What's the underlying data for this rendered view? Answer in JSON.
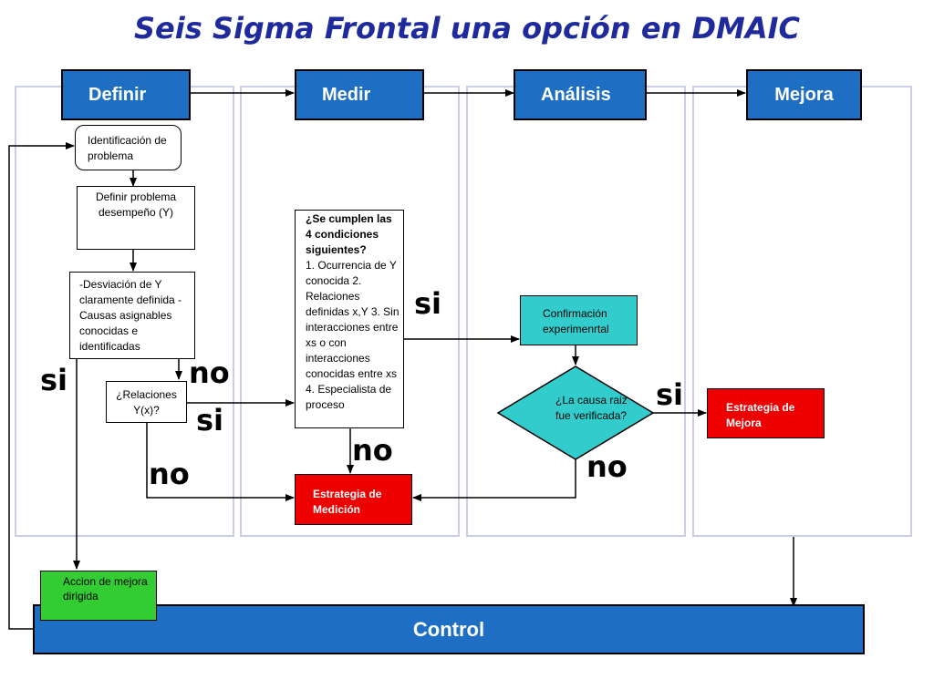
{
  "title": "Seis Sigma Frontal una opción en DMAIC",
  "phases": {
    "definir": "Definir",
    "medir": "Medir",
    "analisis": "Análisis",
    "mejora": "Mejora"
  },
  "nodes": {
    "identificacion": "Identificación de problema",
    "definir_problema": "Definir problema desempeño (Y)",
    "desviacion": "-Desviación de Y claramente definida -Causas asignables conocidas e identificadas",
    "relaciones": "¿Relaciones Y(x)?",
    "condiciones_head": "¿Se cumplen las 4 condiciones siguientes?",
    "condiciones_body": "1. Ocurrencia de Y conocida 2. Relaciones definidas x,Y 3. Sin interacciones entre xs o con interacciones conocidas entre xs 4. Especialista de proceso",
    "estrategia_medicion": "Estrategia de Medición",
    "confirmacion": "Confirmación experimenrtal",
    "la_causa": "¿La causa raiz fue verificada?",
    "estrategia_mejora": "Estrategia de Mejora",
    "accion": "Accion de mejora dirigida",
    "control": "Control"
  },
  "labels": {
    "si_left": "si",
    "no_top": "no",
    "si_middle": "si",
    "no_bottom": "no",
    "si_medir": "si",
    "no_medir": "no",
    "si_analisis": "si",
    "no_analisis": "no"
  },
  "colors": {
    "phase_blue": "#1e6fc4",
    "title_blue": "#1f2a9c",
    "strategy_red": "#ee0000",
    "teal": "#33cccc",
    "action_green": "#33cc33",
    "lane_border": "#c9cde8"
  }
}
